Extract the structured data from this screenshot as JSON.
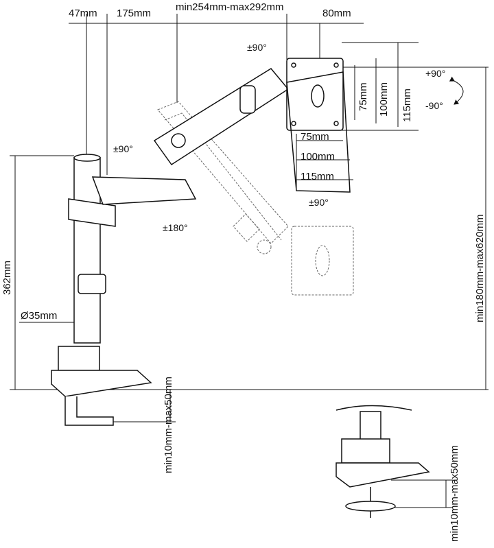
{
  "dimensions": {
    "top_offset": "47mm",
    "arm_inner": "175mm",
    "arm_reach": "min254mm-max292mm",
    "head_offset": "80mm",
    "pole_height": "362mm",
    "pole_diameter": "Ø35mm",
    "total_height": "min180mm-max620mm",
    "clamp_range_main": "min10mm-max50mm",
    "clamp_range_grommet": "min10mm-max50mm",
    "vesa_h_75": "75mm",
    "vesa_h_100": "100mm",
    "vesa_h_115": "115mm",
    "vesa_v_75": "75mm",
    "vesa_v_100": "100mm",
    "vesa_v_115": "115mm"
  },
  "rotations": {
    "head_tilt_top": "±90°",
    "arm_swivel": "±90°",
    "base_swivel": "±180°",
    "plate_rotate": "±90°",
    "tilt_up": "+90°",
    "tilt_down": "-90°"
  },
  "colors": {
    "line": "#111111",
    "ghost": "#555555",
    "background": "#ffffff"
  }
}
